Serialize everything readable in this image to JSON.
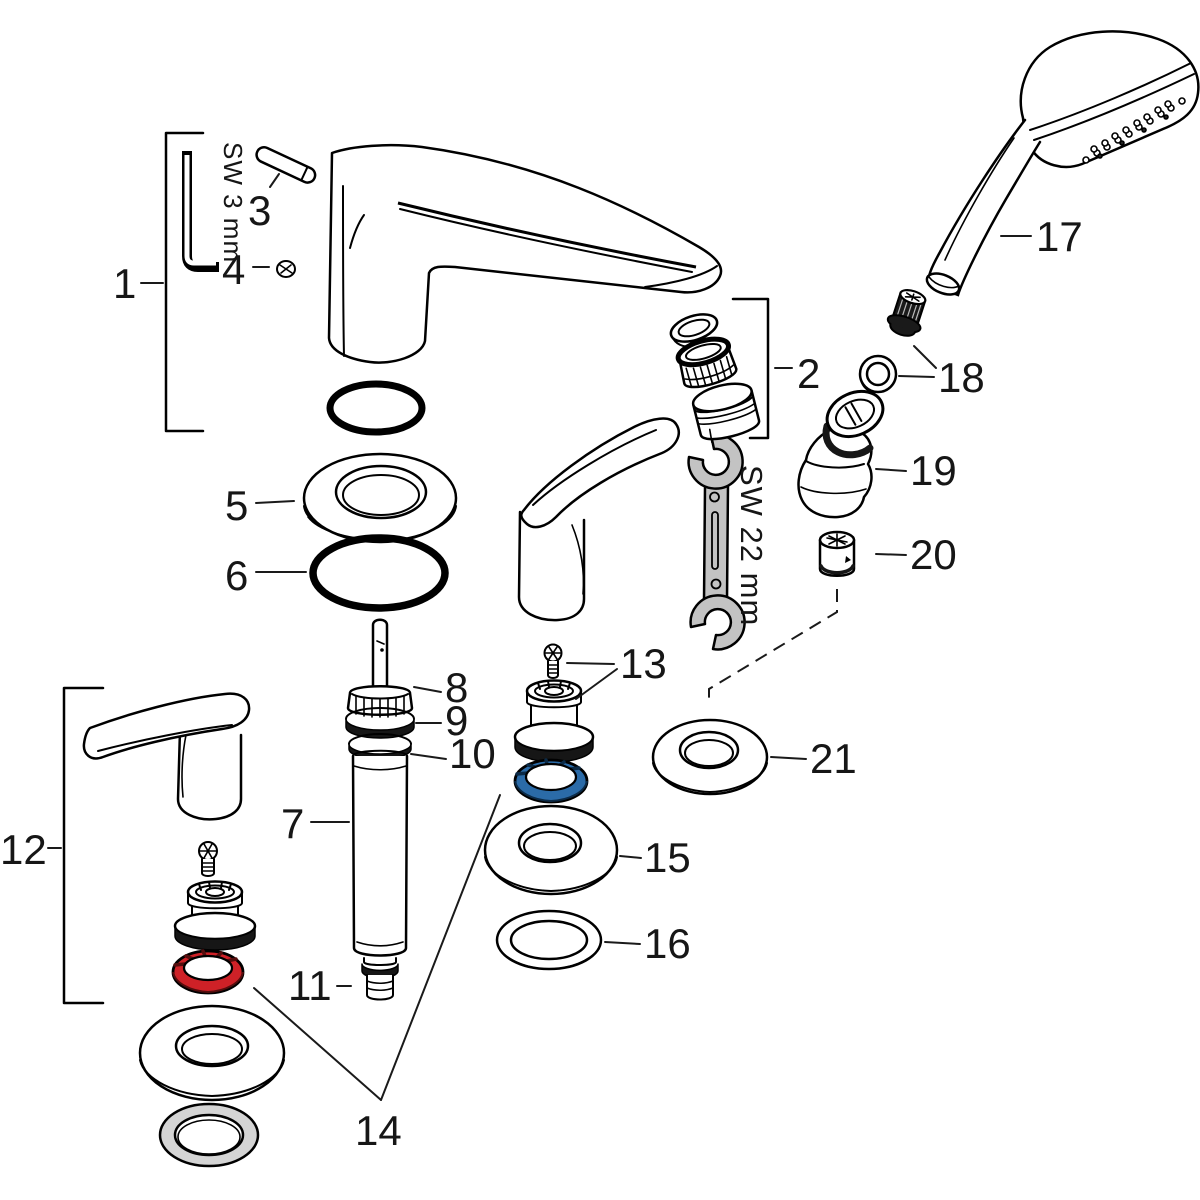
{
  "diagram": {
    "type": "exploded-parts-diagram",
    "subject": "two-hole bath mixer with hand shower",
    "background": "#ffffff",
    "line_color": "#000000",
    "callouts": {
      "n1": "1",
      "n2": "2",
      "n3": "3",
      "n4": "4",
      "n5": "5",
      "n6": "6",
      "n7": "7",
      "n8": "8",
      "n9": "9",
      "n10": "10",
      "n11": "11",
      "n12": "12",
      "n13": "13",
      "n14": "14",
      "n15": "15",
      "n16": "16",
      "n17": "17",
      "n18": "18",
      "n19": "19",
      "n20": "20",
      "n21": "21"
    },
    "tool_labels": {
      "allen_key": "SW 3 mm",
      "open_end_wrench": "SW 22 mm"
    },
    "highlight_colors": {
      "red_ring": "#ce2127",
      "red_ring_dark": "#550d0d",
      "blue_ring": "#2b6ba8",
      "blue_ring_dark": "#0b2a47",
      "wrench_fill": "#c3c3c3",
      "gasket_gray": "#d4d4d4"
    }
  }
}
